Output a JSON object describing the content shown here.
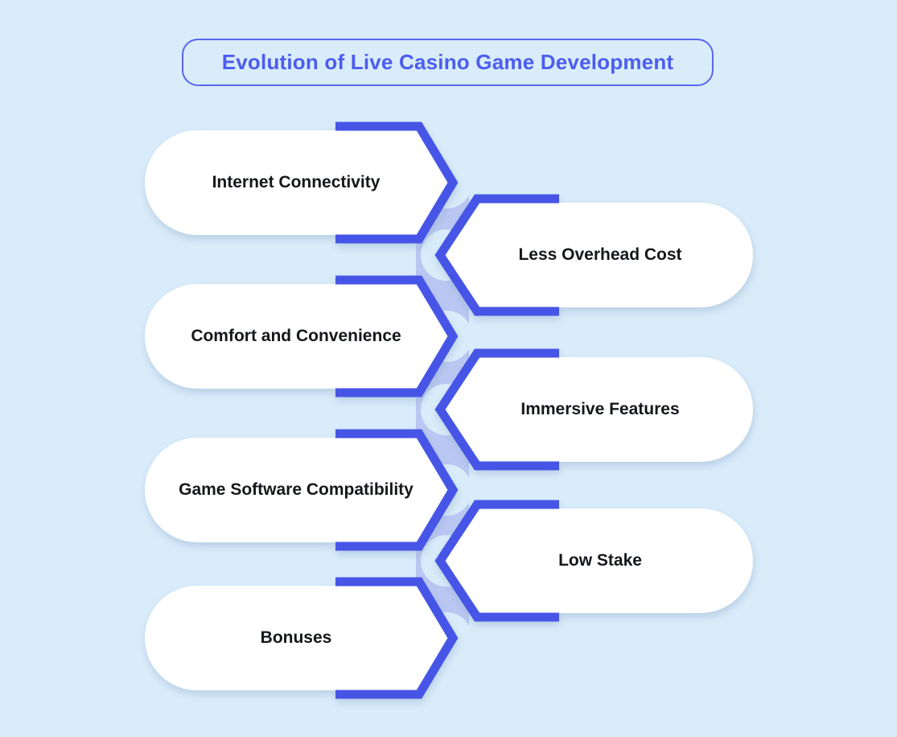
{
  "title": {
    "text": "Evolution of Live Casino Game Development"
  },
  "colors": {
    "background": "#d9ecfa",
    "accent_blue": "#4654e6",
    "ribbon": "#b9c7f2",
    "shape_fill": "#ffffff",
    "title_text": "#4c5cf0",
    "title_border": "#5867ef",
    "label_text": "#15171b"
  },
  "diagram": {
    "type": "alternating-arrow-flow",
    "items": [
      {
        "label": "Internet Connectivity",
        "side": "left"
      },
      {
        "label": "Less Overhead Cost",
        "side": "right"
      },
      {
        "label": "Comfort and Convenience",
        "side": "left"
      },
      {
        "label": "Immersive Features",
        "side": "right"
      },
      {
        "label": "Game Software Compatibility",
        "side": "left"
      },
      {
        "label": "Low Stake",
        "side": "right"
      },
      {
        "label": "Bonuses",
        "side": "left"
      }
    ]
  }
}
